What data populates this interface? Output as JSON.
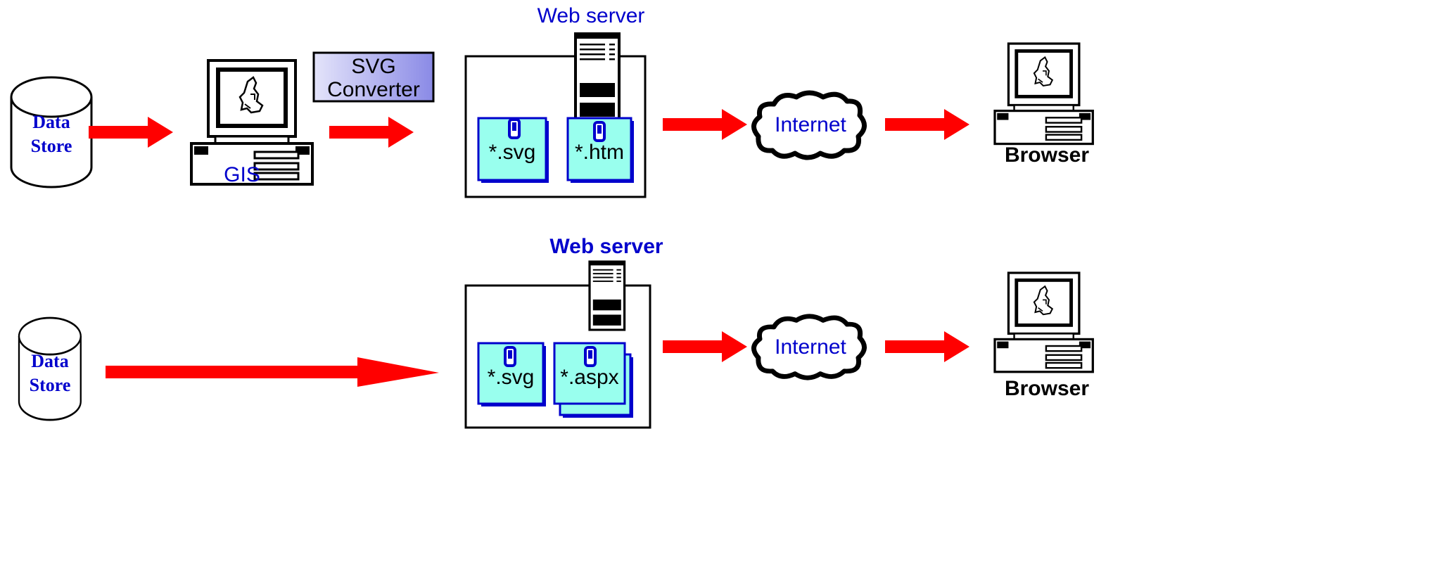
{
  "rows": [
    {
      "datastore": {
        "line1": "Data",
        "line2": "Store"
      },
      "gis_label": "GIS",
      "converter": {
        "line1": "SVG",
        "line2": "Converter"
      },
      "webserver_label": "Web server",
      "files": [
        "*.svg",
        "*.htm"
      ],
      "internet_label": "Internet",
      "browser_label": "Browser"
    },
    {
      "datastore": {
        "line1": "Data",
        "line2": "Store"
      },
      "webserver_label": "Web server",
      "files": [
        "*.svg",
        "*.aspx"
      ],
      "internet_label": "Internet",
      "browser_label": "Browser"
    }
  ],
  "colors": {
    "arrow": "#ff0000",
    "label_blue": "#0000cc",
    "file_fill": "#99ffee",
    "converter_fill": "#aaaaee"
  },
  "icons": [
    "database-icon",
    "computer-icon",
    "server-icon",
    "document-icon",
    "cloud-icon"
  ]
}
